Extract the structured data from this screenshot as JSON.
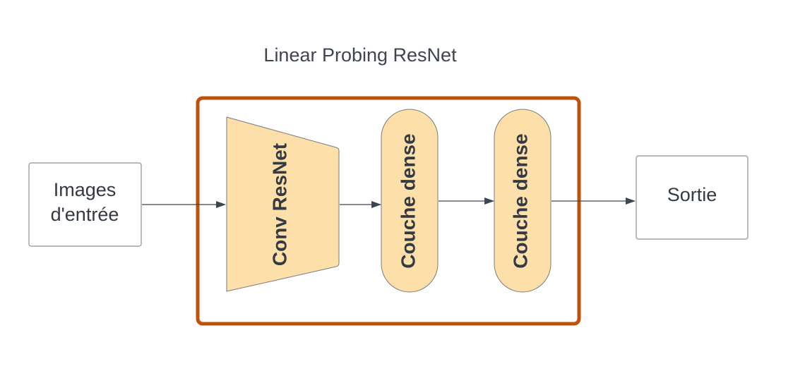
{
  "diagram": {
    "title": "Linear Probing ResNet",
    "nodes": {
      "input": {
        "line1": "Images",
        "line2": "d'entrée"
      },
      "conv": {
        "label": "Conv ResNet"
      },
      "dense1": {
        "label": "Couche dense"
      },
      "dense2": {
        "label": "Couche dense"
      },
      "output": {
        "label": "Sortie"
      }
    },
    "edges": [
      {
        "from": "input",
        "to": "conv"
      },
      {
        "from": "conv",
        "to": "dense1"
      },
      {
        "from": "dense1",
        "to": "dense2"
      },
      {
        "from": "dense2",
        "to": "output"
      }
    ],
    "colors": {
      "frame": "#c0510a",
      "layer_fill": "#fddfaa",
      "text": "#333a44",
      "edge": "#3d4550"
    }
  }
}
